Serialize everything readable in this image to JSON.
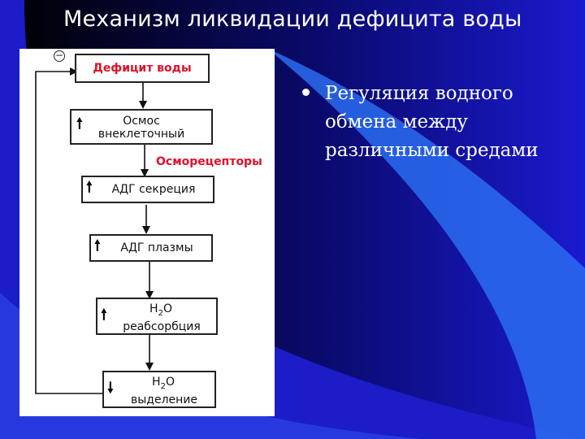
{
  "slide": {
    "title": "Механизм ликвидации дефицита воды",
    "background_color": "#000000",
    "accent_blue": "#1414c8"
  },
  "diagram": {
    "feedback_sign": "−",
    "receptor_label": "Осморецепторы",
    "boxes": [
      {
        "id": "deficit",
        "lines": [
          "Дефицит воды"
        ],
        "indicator": "none"
      },
      {
        "id": "osmos",
        "lines": [
          "Осмос",
          "внеклеточный"
        ],
        "indicator": "up-arrow-icon"
      },
      {
        "id": "adh-secretion",
        "lines": [
          "АДГ секреция"
        ],
        "indicator": "up-arrow-icon"
      },
      {
        "id": "adh-plasma",
        "lines": [
          "АДГ плазмы"
        ],
        "indicator": "up-arrow-icon"
      },
      {
        "id": "h2o-reabsorption",
        "lines": [
          "H",
          "2",
          "O",
          "реабсорбция"
        ],
        "indicator": "up-arrow-icon"
      },
      {
        "id": "h2o-excretion",
        "lines": [
          "H",
          "2",
          "O",
          "выделение"
        ],
        "indicator": "down-arrow-icon"
      }
    ]
  },
  "bullet": {
    "text": "Регуляция водного обмена между различными средами"
  }
}
